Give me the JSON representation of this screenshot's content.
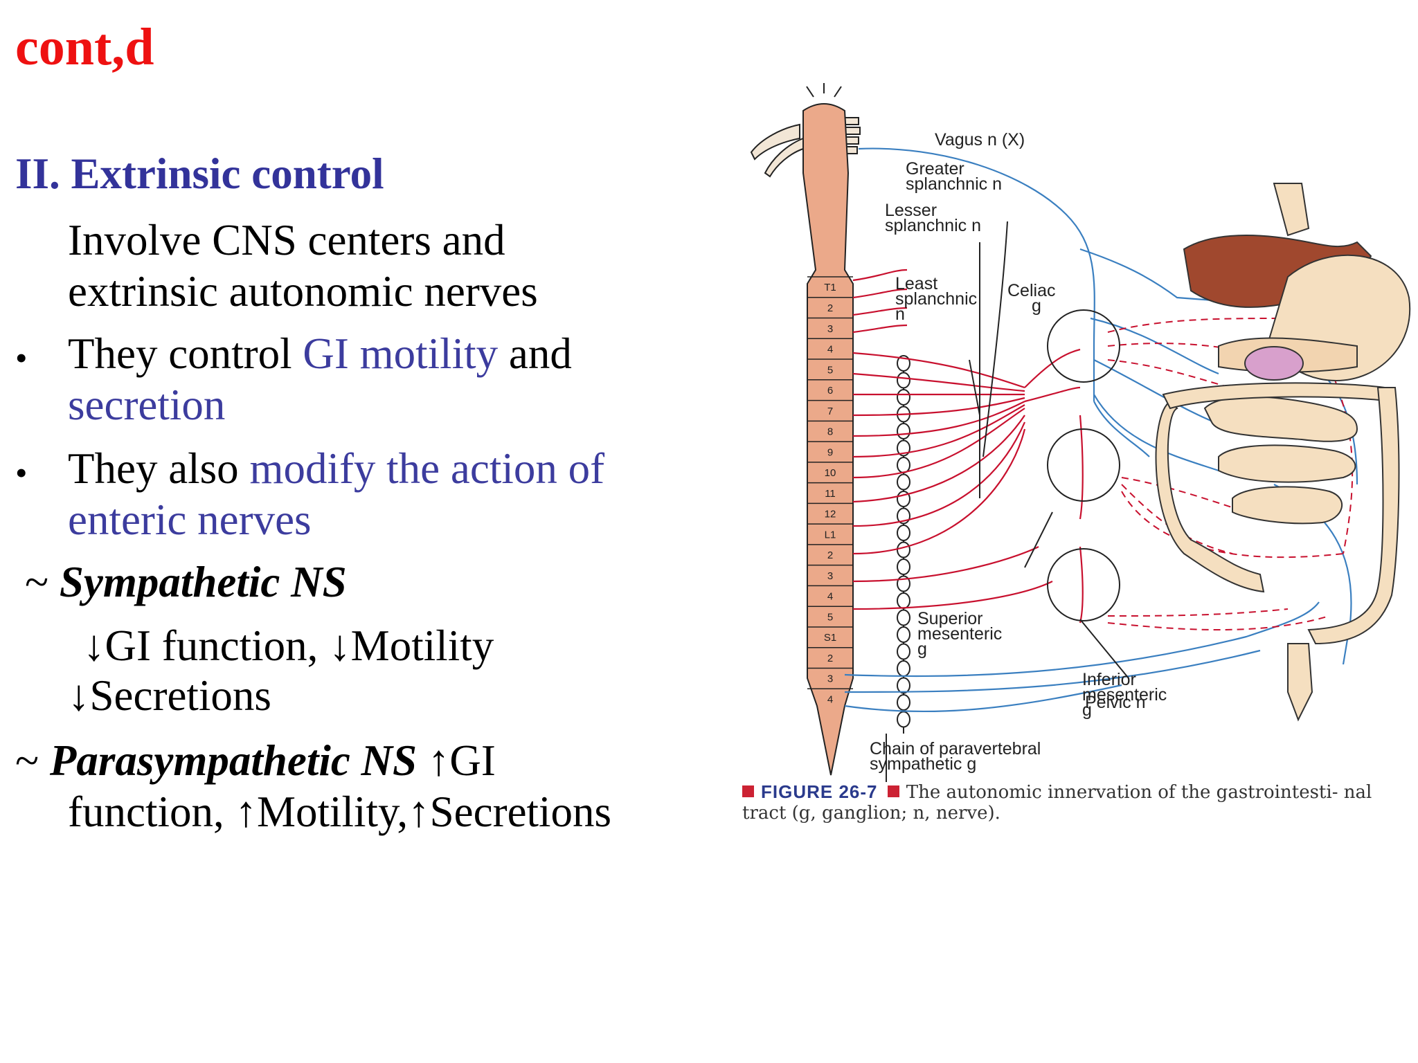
{
  "slide": {
    "title": "cont,d",
    "heading": "II. Extrinsic control",
    "intro_line1": "Involve CNS centers and",
    "intro_line2": "extrinsic autonomic nerves",
    "bullet1_pre": "They control ",
    "bullet1_hl": "GI motility",
    "bullet1_post": " and",
    "bullet1_hl2": "secretion",
    "bullet2_pre": "They also ",
    "bullet2_hl": "modify the action of",
    "bullet2_hl2": "enteric nerves",
    "symp_tilde": "~ ",
    "symp_label": "Sympathetic NS",
    "symp_line1": "↓GI function, ↓Motility",
    "symp_line2": "↓Secretions",
    "para_tilde": "~ ",
    "para_label": "Parasympathetic NS",
    "para_after": " ↑GI",
    "para_line2": "function, ↑Motility,↑Secretions",
    "bullet_char": "•"
  },
  "diagram": {
    "labels": {
      "vagus": "Vagus n (X)",
      "greater_1": "Greater",
      "greater_2": "splanchnic n",
      "lesser_1": "Lesser",
      "lesser_2": "splanchnic n",
      "least_1": "Least",
      "least_2": "splanchnic",
      "least_3": "n",
      "celiac_1": "Celiac",
      "celiac_2": "g",
      "sup_mes_1": "Superior",
      "sup_mes_2": "mesenteric",
      "sup_mes_3": "g",
      "inf_mes_1": "Inferior",
      "inf_mes_2": "mesenteric",
      "inf_mes_3": "g",
      "pelvic": "Pelvic n",
      "chain_1": "Chain of paravertebral",
      "chain_2": "sympathetic g"
    },
    "segments": [
      "T1",
      "2",
      "3",
      "4",
      "5",
      "6",
      "7",
      "8",
      "9",
      "10",
      "11",
      "12",
      "L1",
      "2",
      "3",
      "4",
      "5",
      "S1",
      "2",
      "3",
      "4"
    ],
    "caption_fig": "FIGURE 26-7",
    "caption_text": "The autonomic innervation of the gastrointesti- nal tract (g, ganglion; n, nerve).",
    "colors": {
      "sympathetic": "#c8102e",
      "parasympathetic": "#3a7fc0",
      "spinal_cord": "#eba98a",
      "liver": "#a0482e"
    }
  }
}
